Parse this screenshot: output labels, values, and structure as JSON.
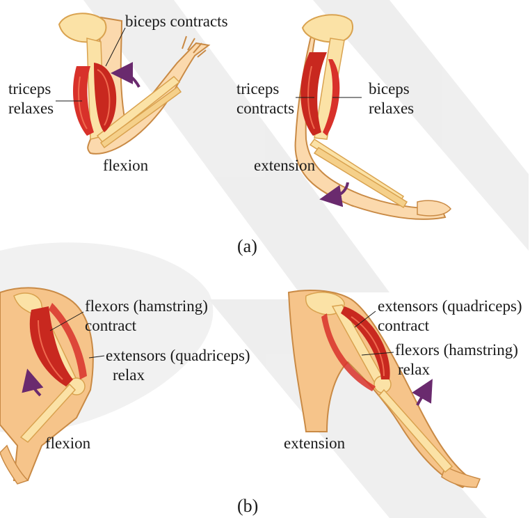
{
  "panel_a": {
    "label": "(a)",
    "flexion": {
      "title": "flexion",
      "biceps": "biceps contracts",
      "triceps_line1": "triceps",
      "triceps_line2": "relaxes"
    },
    "extension": {
      "title": "extension",
      "triceps_line1": "triceps",
      "triceps_line2": "contracts",
      "biceps_line1": "biceps",
      "biceps_line2": "relaxes"
    }
  },
  "panel_b": {
    "label": "(b)",
    "flexion": {
      "title": "flexion",
      "flexors_line1": "flexors (hamstring)",
      "flexors_line2": "contract",
      "extensors_line1": "extensors (quadriceps)",
      "extensors_line2": "relax"
    },
    "extension": {
      "title": "extension",
      "extensors_line1": "extensors (quadriceps)",
      "extensors_line2": "contract",
      "flexors_line1": "flexors (hamstring)",
      "flexors_line2": "relax"
    }
  },
  "colors": {
    "skin": "#f6c48a",
    "skin_outline": "#c98a45",
    "bone": "#fbe2a6",
    "bone_outline": "#d9a24f",
    "muscle": "#d8312a",
    "muscle_light": "#ef6a4f",
    "arrow": "#6a2a6e",
    "watermark": "#e6e6e6"
  }
}
